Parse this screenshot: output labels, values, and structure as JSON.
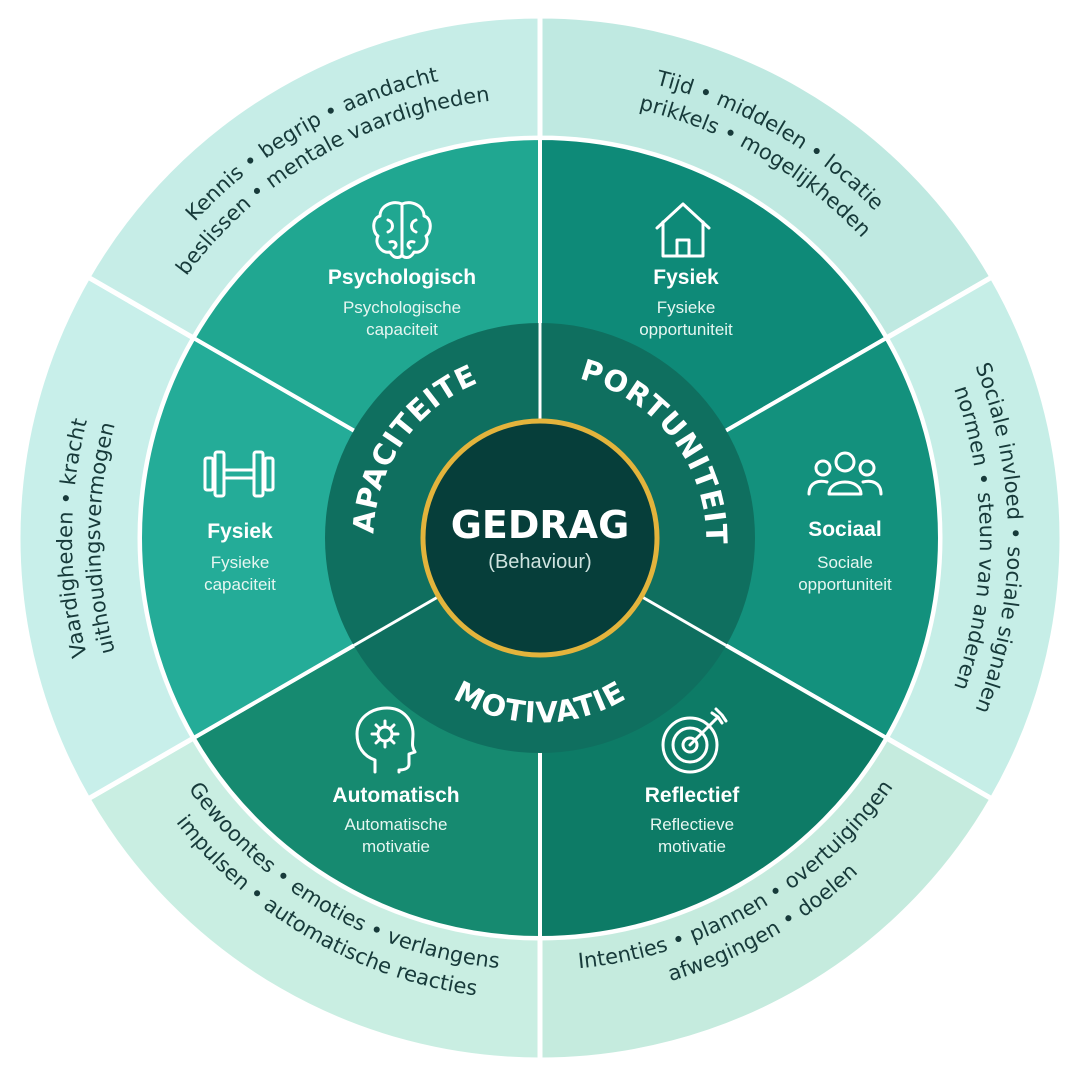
{
  "center": {
    "title": "GEDRAG",
    "subtitle": "(Behaviour)"
  },
  "bands": {
    "capaciteiten": "CAPACITEITEN",
    "opportuniteiten": "OPPORTUNITEITEN",
    "motivatie": "MOTIVATIE"
  },
  "segments": [
    {
      "id": "psychologisch",
      "title": "Psychologisch",
      "sub1": "Psychologische",
      "sub2": "capaciteit",
      "icon": "brain-icon"
    },
    {
      "id": "fysiek-opp",
      "title": "Fysiek",
      "sub1": "Fysieke",
      "sub2": "opportuniteit",
      "icon": "house-icon"
    },
    {
      "id": "sociaal",
      "title": "Sociaal",
      "sub1": "Sociale",
      "sub2": "opportuniteit",
      "icon": "people-icon"
    },
    {
      "id": "reflectief",
      "title": "Reflectief",
      "sub1": "Reflectieve",
      "sub2": "motivatie",
      "icon": "target-icon"
    },
    {
      "id": "automatisch",
      "title": "Automatisch",
      "sub1": "Automatische",
      "sub2": "motivatie",
      "icon": "head-gear-icon"
    },
    {
      "id": "fysiek-cap",
      "title": "Fysiek",
      "sub1": "Fysieke",
      "sub2": "capaciteit",
      "icon": "dumbbell-icon"
    }
  ],
  "outer": {
    "psychologisch": [
      "Kennis • begrip • aandacht",
      "beslissen • mentale vaardigheden"
    ],
    "fysiek_opp": [
      "Tijd • middelen • locatie",
      "prikkels • mogelijkheden"
    ],
    "sociaal": [
      "Sociale invloed • sociale signalen",
      "normen • steun van anderen"
    ],
    "reflectief": [
      "Intenties • plannen • overtuigingen",
      "afwegingen • doelen"
    ],
    "automatisch": [
      "Gewoontes • emoties • verlangens",
      "impulsen • automatische reacties"
    ],
    "fysiek_cap": [
      "Vaardigheden • kracht",
      "uithoudingsvermogen"
    ]
  },
  "colors": {
    "outer_light": "#c8ece4",
    "seg_psy": "#20a791",
    "seg_fysopp": "#0e8a78",
    "seg_soc": "#13917d",
    "seg_refl": "#0d7b66",
    "seg_auto": "#168a70",
    "seg_fyscap": "#24ac98",
    "band": "#0f6f5f",
    "core": "#063e3a",
    "ring": "#e3b43c"
  }
}
